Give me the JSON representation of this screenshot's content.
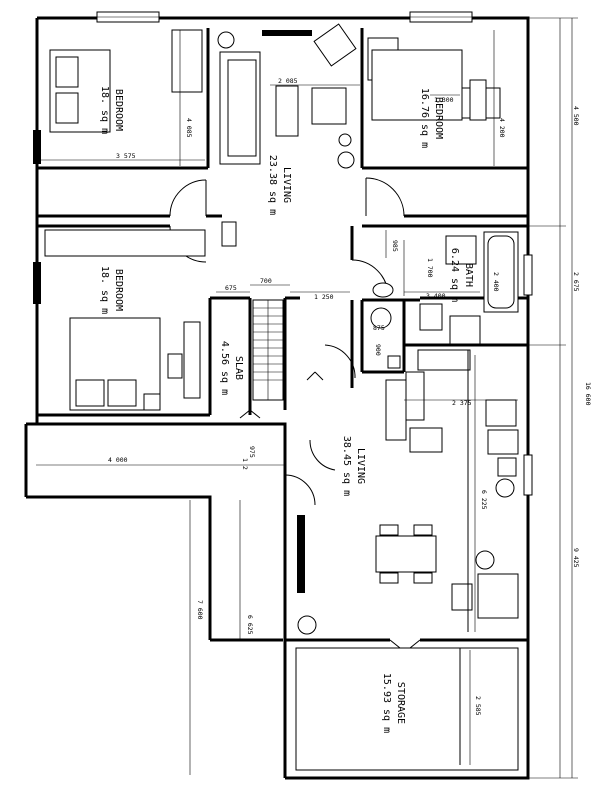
{
  "rooms": {
    "bedroom_tl": {
      "name": "BEDROOM",
      "area": "18. sq m"
    },
    "bedroom_tr": {
      "name": "BEDROOM",
      "area": "16.76 sq m"
    },
    "living_top": {
      "name": "LIVING",
      "area": "23.38 sq m"
    },
    "bedroom_ml": {
      "name": "BEDROOM",
      "area": "18. sq m"
    },
    "bath": {
      "name": "BATH",
      "area": "6.24 sq m"
    },
    "slab": {
      "name": "SLAB",
      "area": "4.56 sq m"
    },
    "living_main": {
      "name": "LIVING",
      "area": "38.45 sq m"
    },
    "storage": {
      "name": "STORAGE",
      "area": "15.93 sq m"
    }
  },
  "dimensions": {
    "d_3575": "3 575",
    "d_4085": "4 085",
    "d_2085": "2 085",
    "d_1300": "1 300",
    "d_4200": "4 200",
    "d_700": "700",
    "d_675": "675",
    "d_1250": "1 250",
    "d_985": "985",
    "d_1700": "1 700",
    "d_3400": "3 400",
    "d_2400": "2 400",
    "d_875": "875",
    "d_900": "900",
    "d_2375": "2 375",
    "d_4000": "4 000",
    "d_975": "975",
    "d_1_2": "1 2",
    "d_6225": "6 225",
    "d_6625": "6 625",
    "d_7600": "7 600",
    "d_2585": "2 585",
    "d_4500": "4 500",
    "d_2675": "2 675",
    "d_9425": "9 425",
    "d_16600": "16 600"
  }
}
